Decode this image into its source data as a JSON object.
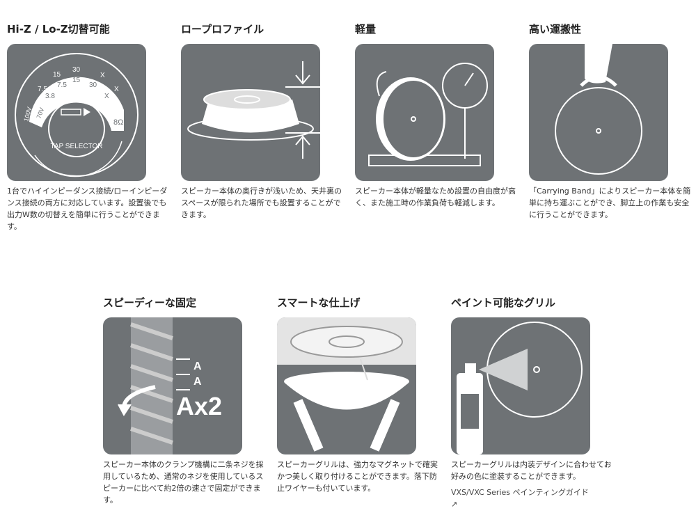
{
  "features": [
    {
      "title": "Hi-Z / Lo-Z切替可能",
      "icon": "tap-selector-icon",
      "text": "1台でハイインピーダンス接続/ローインピーダンス接続の両方に対応しています。設置後でも出力W数の切替えを簡単に行うことができます。",
      "dial": {
        "label": "TAP SELECTOR",
        "v100": "100V",
        "v70": "70V",
        "ohm": "8Ω",
        "outer": [
          "7.5",
          "15",
          "30",
          "X",
          "X"
        ],
        "inner": [
          "3.8",
          "7.5",
          "15",
          "30",
          "X"
        ]
      }
    },
    {
      "title": "ロープロファイル",
      "icon": "low-profile-speaker-icon",
      "text": "スピーカー本体の奥行きが浅いため、天井裏のスペースが限られた場所でも設置することができます。"
    },
    {
      "title": "軽量",
      "icon": "weighing-scale-icon",
      "text": "スピーカー本体が軽量なため設置の自由度が高く、また施工時の作業負荷も軽減します。"
    },
    {
      "title": "高い運搬性",
      "icon": "carrying-band-icon",
      "text": "「Carrying Band」によりスピーカー本体を簡単に持ち運ぶことができ、脚立上の作業も安全に行うことができます。"
    },
    {
      "title": "スピーディーな固定",
      "icon": "double-thread-screw-icon",
      "text": "スピーカー本体のクランプ機構に二条ネジを採用しているため、通常のネジを使用しているスピーカーに比べて約2倍の速さで固定ができます。",
      "labels": {
        "a": "A",
        "ax2": "Ax2"
      }
    },
    {
      "title": "スマートな仕上げ",
      "icon": "magnetic-grille-icon",
      "text": "スピーカーグリルは、強力なマグネットで確実かつ美しく取り付けることができます。落下防止ワイヤーも付いています。"
    },
    {
      "title": "ペイント可能なグリル",
      "icon": "spray-paint-icon",
      "text": "スピーカーグリルは内装デザインに合わせてお好みの色に塗装することができます。",
      "link": "VXS/VXC Series ペインティングガイド",
      "link_icon": "external-link-icon"
    }
  ],
  "colors": {
    "tile": "#6e7275",
    "line": "#ffffff"
  }
}
